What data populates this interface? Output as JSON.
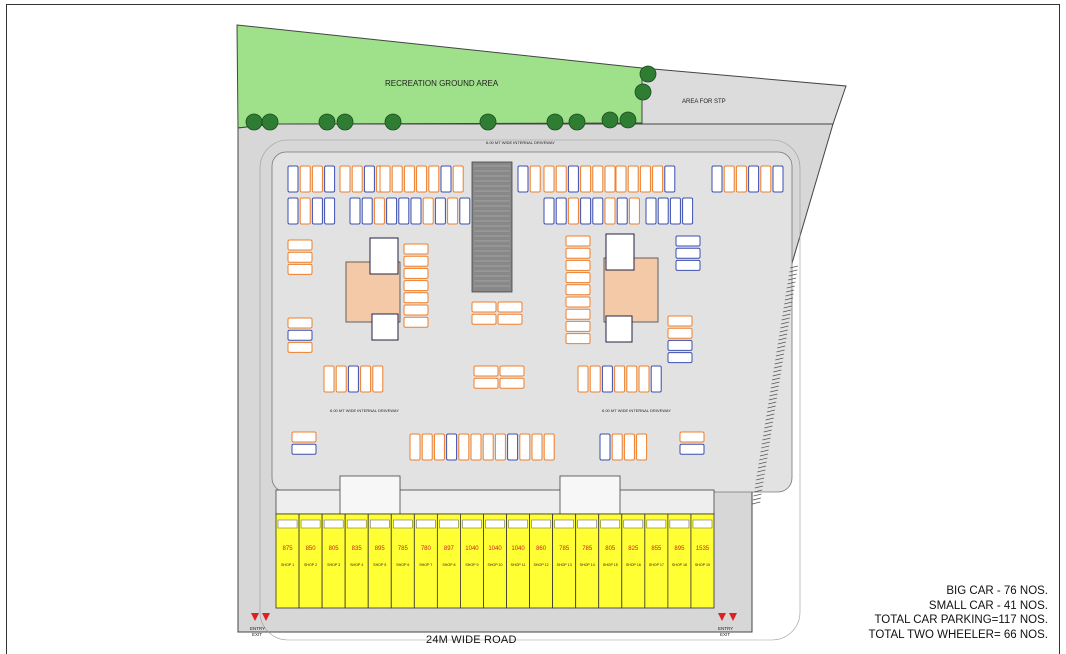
{
  "labels": {
    "recreation": "RECREATION GROUND AREA",
    "stp": "AREA FOR STP",
    "road": "24M WIDE ROAD",
    "entry_left": "ENTRY",
    "entry_right": "ENTRY",
    "exit_left": "EXIT",
    "exit_right": "EXIT",
    "driveway_top": "6.00 MT WIDE INTERNAL DRIVEWAY",
    "driveway_left": "6.00 MT WIDE INTERNAL DRIVEWAY",
    "driveway_right": "6.00 MT WIDE INTERNAL DRIVEWAY"
  },
  "legend": [
    "BIG CAR - 76 NOS.",
    "SMALL CAR - 41 NOS.",
    "TOTAL CAR PARKING=117 NOS.",
    "TOTAL TWO WHEELER= 66 NOS."
  ],
  "shops": [
    {
      "area": "875",
      "name": "SHOP 1"
    },
    {
      "area": "850",
      "name": "SHOP 2"
    },
    {
      "area": "805",
      "name": "SHOP 3"
    },
    {
      "area": "835",
      "name": "SHOP 4"
    },
    {
      "area": "895",
      "name": "SHOP 5"
    },
    {
      "area": "785",
      "name": "SHOP 6"
    },
    {
      "area": "780",
      "name": "SHOP 7"
    },
    {
      "area": "897",
      "name": "SHOP 8"
    },
    {
      "area": "1040",
      "name": "SHOP 9"
    },
    {
      "area": "1040",
      "name": "SHOP 10"
    },
    {
      "area": "1040",
      "name": "SHOP 11"
    },
    {
      "area": "860",
      "name": "SHOP 12"
    },
    {
      "area": "785",
      "name": "SHOP 13"
    },
    {
      "area": "785",
      "name": "SHOP 14"
    },
    {
      "area": "805",
      "name": "SHOP 15"
    },
    {
      "area": "825",
      "name": "SHOP 16"
    },
    {
      "area": "855",
      "name": "SHOP 17"
    },
    {
      "area": "895",
      "name": "SHOP 18"
    },
    {
      "area": "1535",
      "name": "SHOP 19"
    }
  ],
  "colors": {
    "green": "#9fe08a",
    "grey": "#d7d7d7",
    "yellow": "#ffff33",
    "big_car": "#f07f2a",
    "small_car": "#3b4fb0",
    "core": "#f4c9a8"
  }
}
